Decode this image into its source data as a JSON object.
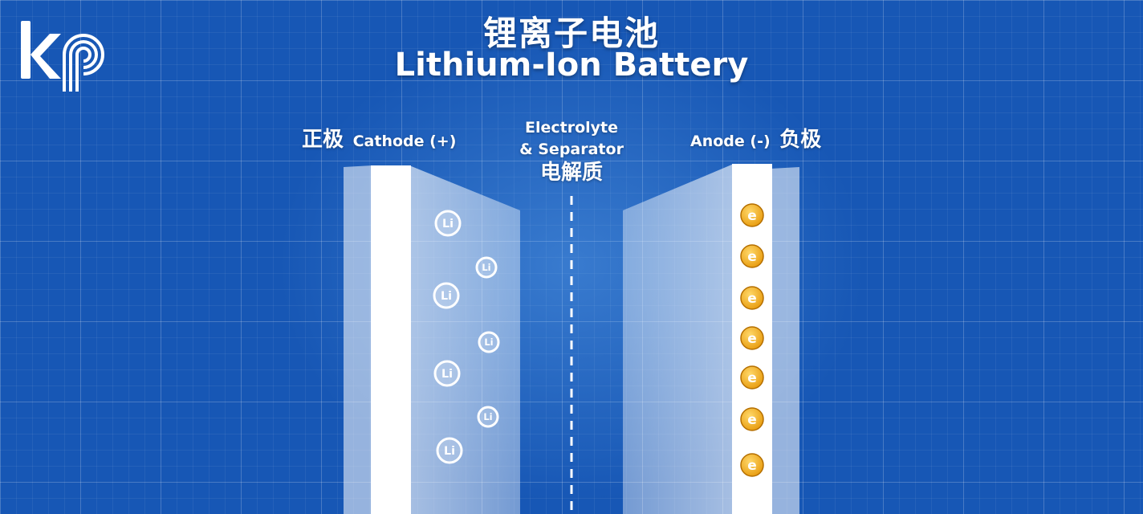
{
  "title": {
    "zh": "锂离子电池",
    "en": "Lithium-Ion Battery"
  },
  "logo": {
    "icon": "kp-logo-icon"
  },
  "cathode": {
    "label_zh": "正极",
    "label_en": "Cathode (+)",
    "ion_label": "Li",
    "ion_count": 7
  },
  "electrolyte": {
    "label_en_line1": "Electrolyte",
    "label_en_line2": "& Separator",
    "label_zh": "电解质"
  },
  "anode": {
    "label_en": "Anode (-)",
    "label_zh": "负极",
    "electron_label": "e",
    "electron_count": 7
  },
  "colors": {
    "background": "#1757b5",
    "electron": "#f3b21b",
    "plate": "#ffffff"
  }
}
